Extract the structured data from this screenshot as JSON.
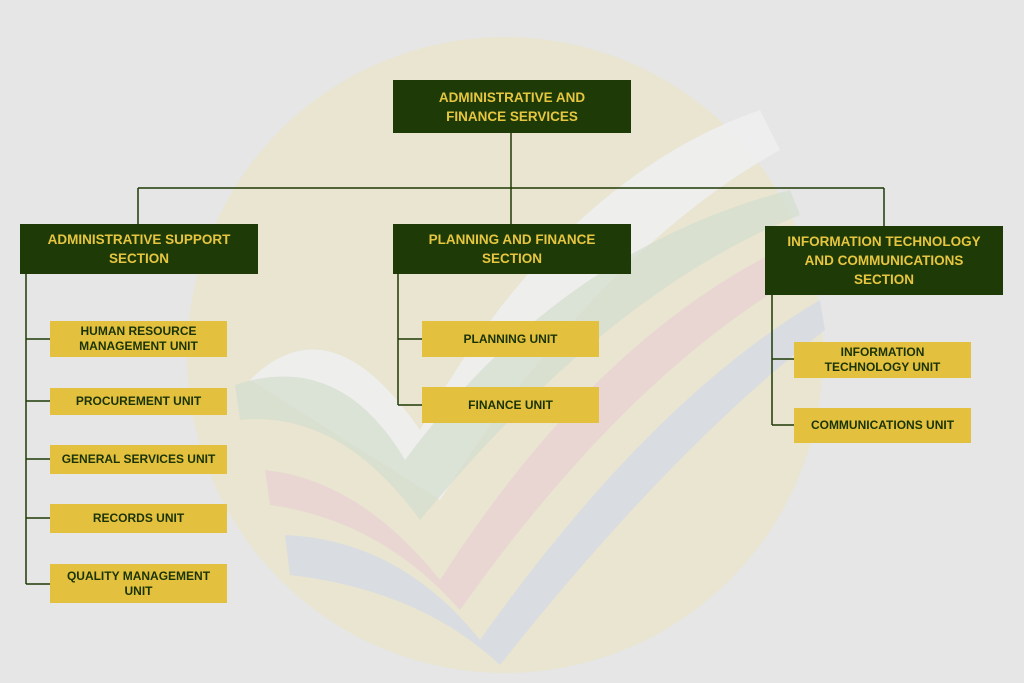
{
  "colors": {
    "background": "#e6e6e6",
    "dark_box": "#1e3a06",
    "dark_box_text": "#e6c640",
    "unit_box": "#e3c13f",
    "unit_box_text": "#1a3305",
    "connector": "#1e3a06"
  },
  "watermark": {
    "description_icon": "checkmark-logo-icon"
  },
  "root": {
    "label": "ADMINISTRATIVE AND\nFINANCE SERVICES"
  },
  "sections": [
    {
      "label": "ADMINISTRATIVE SUPPORT\nSECTION",
      "units": [
        "HUMAN RESOURCE\nMANAGEMENT UNIT",
        "PROCUREMENT UNIT",
        "GENERAL SERVICES UNIT",
        "RECORDS UNIT",
        "QUALITY MANAGEMENT\nUNIT"
      ]
    },
    {
      "label": "PLANNING AND FINANCE\nSECTION",
      "units": [
        "PLANNING UNIT",
        "FINANCE UNIT"
      ]
    },
    {
      "label": "INFORMATION TECHNOLOGY\nAND COMMUNICATIONS\nSECTION",
      "units": [
        "INFORMATION\nTECHNOLOGY UNIT",
        "COMMUNICATIONS UNIT"
      ]
    }
  ]
}
